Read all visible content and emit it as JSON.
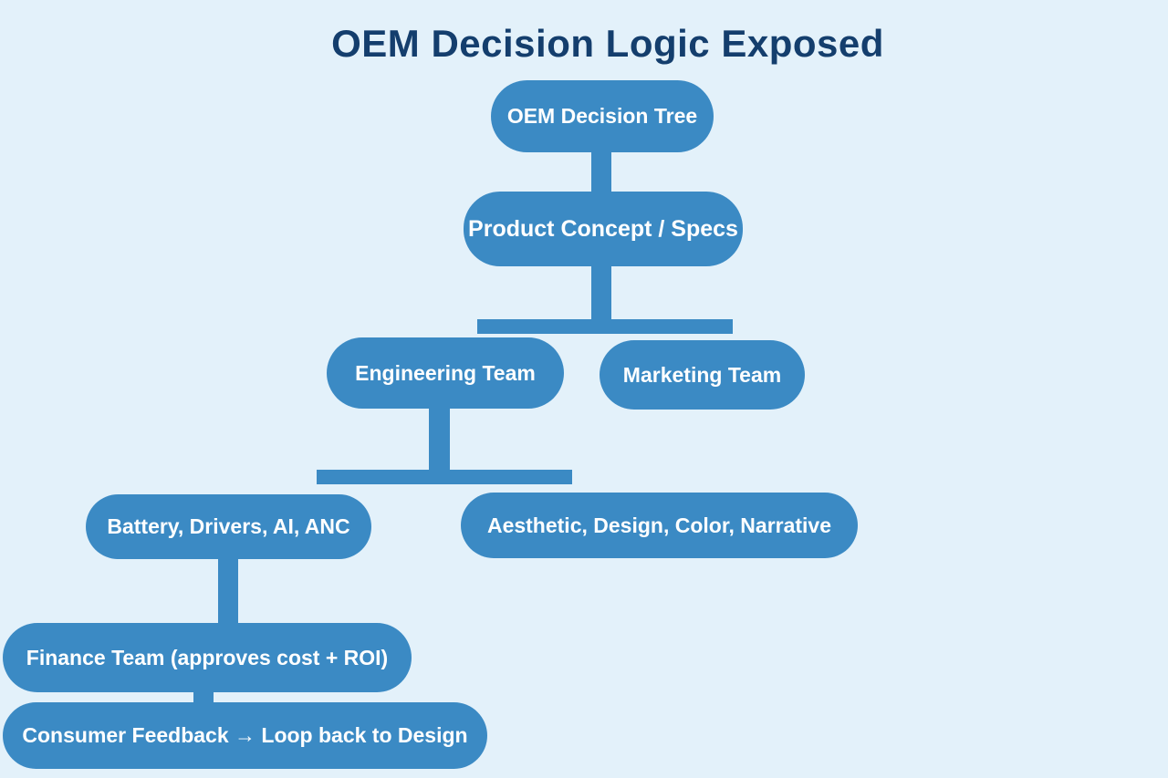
{
  "title": {
    "text": "OEM Decision Logic Exposed"
  },
  "colors": {
    "background": "#e3f1fa",
    "node_fill": "#3b8ac4",
    "node_text": "#ffffff",
    "connector": "#3b8ac4",
    "title_text": "#143e6d"
  },
  "nodes": [
    {
      "id": "oem-decision-tree",
      "label": "OEM Decision Tree"
    },
    {
      "id": "product-concept-specs",
      "label": "Product Concept / Specs"
    },
    {
      "id": "engineering-team",
      "label": "Engineering Team"
    },
    {
      "id": "marketing-team",
      "label": "Marketing Team"
    },
    {
      "id": "battery-drivers-ai-anc",
      "label": "Battery, Drivers, AI, ANC"
    },
    {
      "id": "aesthetic-design-color-narrative",
      "label": "Aesthetic, Design, Color, Narrative"
    },
    {
      "id": "finance-team",
      "label": "Finance Team (approves cost + ROI)"
    },
    {
      "id": "consumer-feedback",
      "label": "Consumer Feedback → Loop back to Design"
    }
  ],
  "edges": [
    {
      "from": "oem-decision-tree",
      "to": "product-concept-specs"
    },
    {
      "from": "product-concept-specs",
      "to": "engineering-team"
    },
    {
      "from": "product-concept-specs",
      "to": "marketing-team"
    },
    {
      "from": "engineering-team",
      "to": "battery-drivers-ai-anc"
    },
    {
      "from": "engineering-team",
      "to": "aesthetic-design-color-narrative"
    },
    {
      "from": "battery-drivers-ai-anc",
      "to": "finance-team"
    },
    {
      "from": "finance-team",
      "to": "consumer-feedback"
    }
  ]
}
